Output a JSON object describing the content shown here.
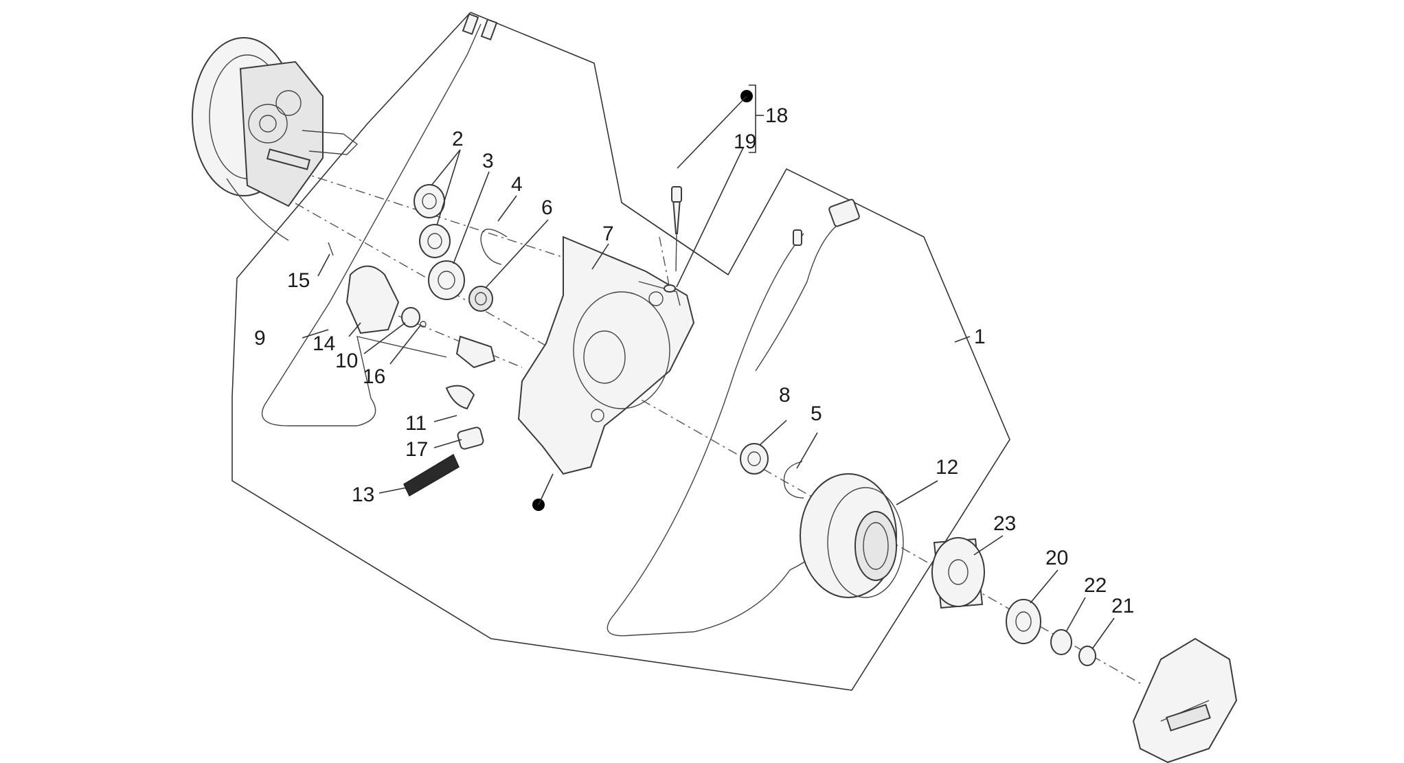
{
  "diagram": {
    "colors": {
      "line": "#333333",
      "part_fill": "#f4f4f4",
      "dot": "#000000"
    },
    "labels": [
      {
        "id": "1",
        "text": "1"
      },
      {
        "id": "2",
        "text": "2"
      },
      {
        "id": "3",
        "text": "3"
      },
      {
        "id": "4",
        "text": "4"
      },
      {
        "id": "5",
        "text": "5"
      },
      {
        "id": "6",
        "text": "6"
      },
      {
        "id": "7",
        "text": "7"
      },
      {
        "id": "8",
        "text": "8"
      },
      {
        "id": "9",
        "text": "9"
      },
      {
        "id": "10",
        "text": "10"
      },
      {
        "id": "11",
        "text": "11"
      },
      {
        "id": "12",
        "text": "12"
      },
      {
        "id": "13",
        "text": "13"
      },
      {
        "id": "14",
        "text": "14"
      },
      {
        "id": "15",
        "text": "15"
      },
      {
        "id": "16",
        "text": "16"
      },
      {
        "id": "17",
        "text": "17"
      },
      {
        "id": "18",
        "text": "18"
      },
      {
        "id": "19",
        "text": "19"
      },
      {
        "id": "20",
        "text": "20"
      },
      {
        "id": "21",
        "text": "21"
      },
      {
        "id": "22",
        "text": "22"
      },
      {
        "id": "23",
        "text": "23"
      }
    ]
  }
}
